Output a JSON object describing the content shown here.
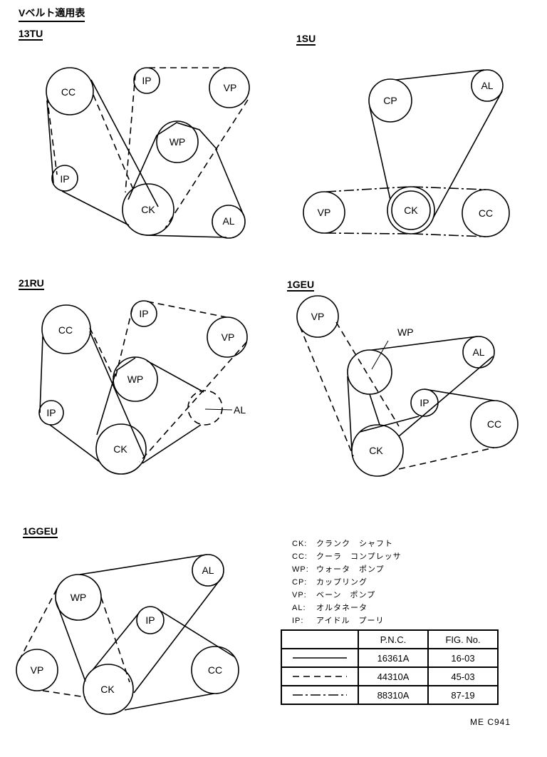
{
  "title": "Vベルト適用表",
  "sections": [
    {
      "label": "13TU"
    },
    {
      "label": "1SU"
    },
    {
      "label": "21RU"
    },
    {
      "label": "1GEU"
    },
    {
      "label": "1GGEU"
    }
  ],
  "pulley_labels": {
    "cc": "CC",
    "ip": "IP",
    "vp": "VP",
    "wp": "WP",
    "ck": "CK",
    "al": "AL",
    "cp": "CP"
  },
  "callouts": {
    "gu1_wp": "WP",
    "r21_al": "AL"
  },
  "legend": [
    {
      "code": "CK:",
      "name": "クランク　シャフト"
    },
    {
      "code": "CC:",
      "name": "クーラ　コンプレッサ"
    },
    {
      "code": "WP:",
      "name": "ウォータ　ポンプ"
    },
    {
      "code": "CP:",
      "name": "カップリング"
    },
    {
      "code": "VP:",
      "name": "ベーン　ポンプ"
    },
    {
      "code": "AL:",
      "name": "オルタネータ"
    },
    {
      "code": "IP:",
      "name": "アイドル　プーリ"
    }
  ],
  "parts_table": {
    "headers": [
      "",
      "P.N.C.",
      "FIG. No."
    ],
    "rows": [
      {
        "line_style": "solid",
        "pnc": "16361A",
        "fig": "16-03"
      },
      {
        "line_style": "dashed",
        "pnc": "44310A",
        "fig": "45-03"
      },
      {
        "line_style": "dash-dot",
        "pnc": "88310A",
        "fig": "87-19"
      }
    ]
  },
  "footer_code": "ME  C941"
}
